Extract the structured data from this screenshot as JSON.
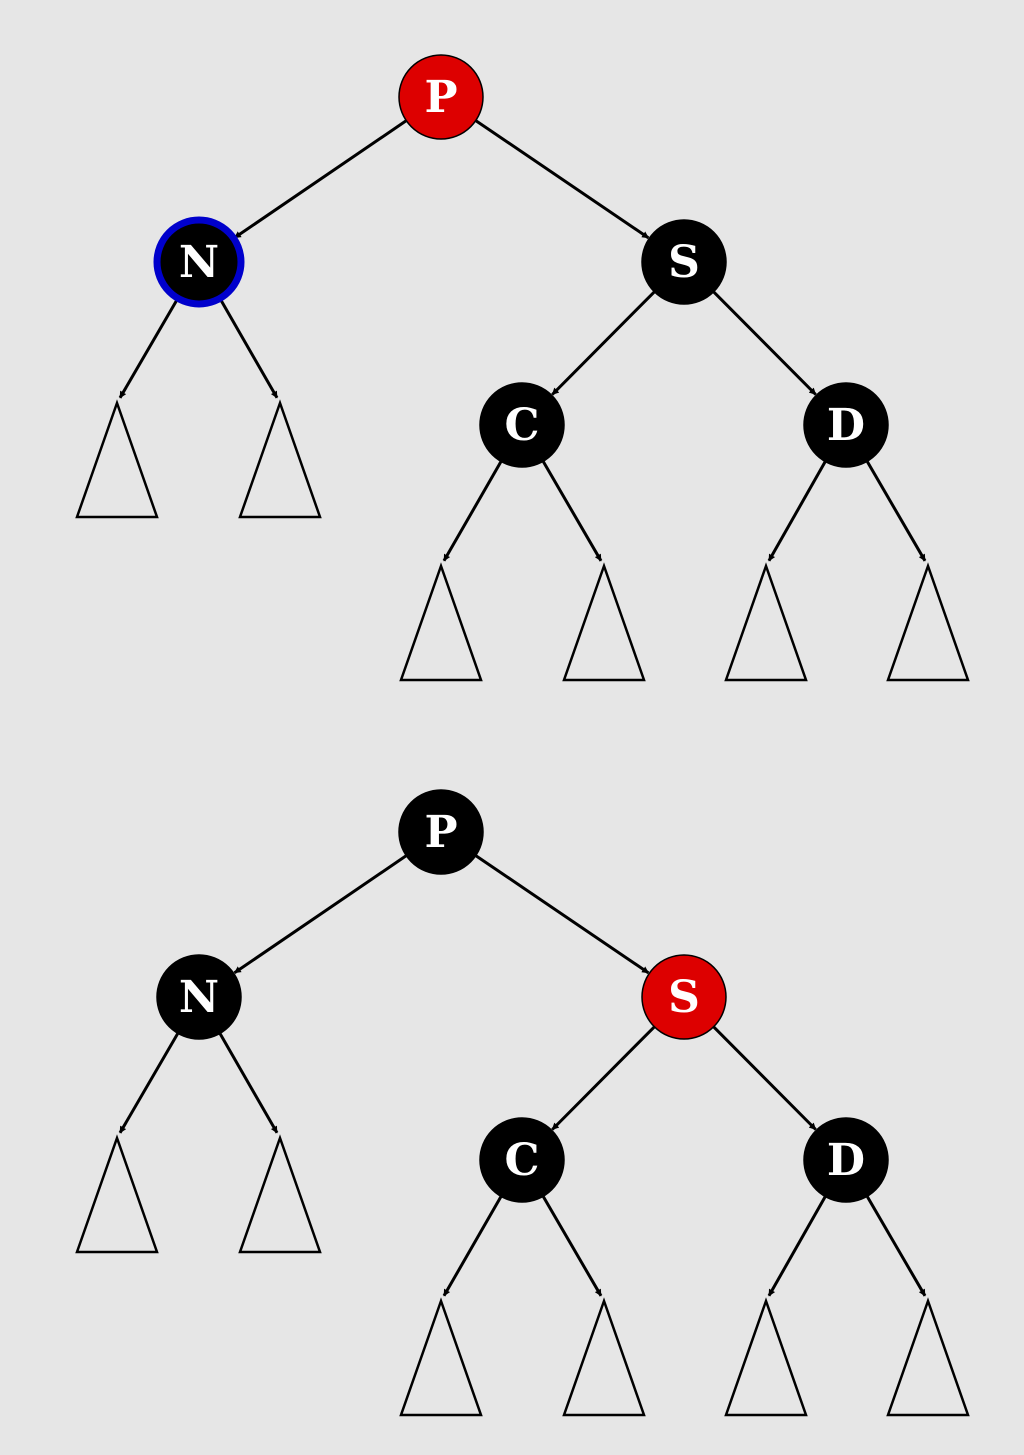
{
  "colors": {
    "background": "#e6e6e6",
    "red": "#dd0000",
    "black": "#000000",
    "highlight": "#0000cc"
  },
  "trees": [
    {
      "nodes": [
        {
          "id": "P",
          "label": "P",
          "color": "red"
        },
        {
          "id": "N",
          "label": "N",
          "color": "black",
          "highlighted": true
        },
        {
          "id": "S",
          "label": "S",
          "color": "black"
        },
        {
          "id": "C",
          "label": "C",
          "color": "black"
        },
        {
          "id": "D",
          "label": "D",
          "color": "black"
        }
      ],
      "edges": [
        [
          "P",
          "N"
        ],
        [
          "P",
          "S"
        ],
        [
          "S",
          "C"
        ],
        [
          "S",
          "D"
        ]
      ],
      "subtrees": [
        "N-left",
        "N-right",
        "C-left",
        "C-right",
        "D-left",
        "D-right"
      ]
    },
    {
      "nodes": [
        {
          "id": "P",
          "label": "P",
          "color": "black"
        },
        {
          "id": "N",
          "label": "N",
          "color": "black"
        },
        {
          "id": "S",
          "label": "S",
          "color": "red"
        },
        {
          "id": "C",
          "label": "C",
          "color": "black"
        },
        {
          "id": "D",
          "label": "D",
          "color": "black"
        }
      ],
      "edges": [
        [
          "P",
          "N"
        ],
        [
          "P",
          "S"
        ],
        [
          "S",
          "C"
        ],
        [
          "S",
          "D"
        ]
      ],
      "subtrees": [
        "N-left",
        "N-right",
        "C-left",
        "C-right",
        "D-left",
        "D-right"
      ]
    }
  ]
}
